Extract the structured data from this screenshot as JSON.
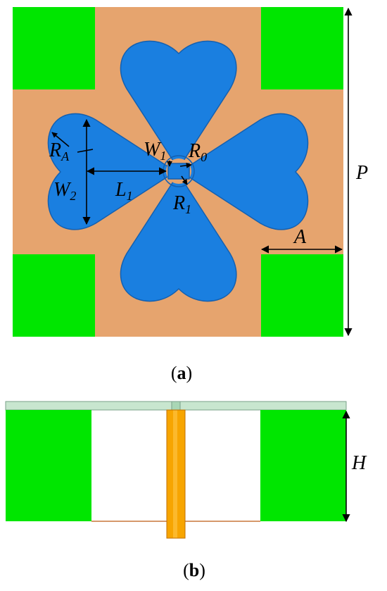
{
  "figure": {
    "colors": {
      "substrate": "#E6A46E",
      "pillar": "#00E600",
      "petal": "#1A7FE0",
      "petal_stroke": "#1460B0",
      "cap_layer": "#C8E6CF",
      "probe": "#F7A500",
      "probe_dark": "#C07000",
      "annotation": "#000000"
    },
    "panel_a": {
      "caption_open": "(",
      "caption_letter": "a",
      "caption_close": ")",
      "labels": {
        "RA_main": "R",
        "RA_sub": "A",
        "W1_main": "W",
        "W1_sub": "1",
        "R0_main": "R",
        "R0_sub": "0",
        "W2_main": "W",
        "W2_sub": "2",
        "L1_main": "L",
        "L1_sub": "1",
        "R1_main": "R",
        "R1_sub": "1",
        "P": "P",
        "A": "A"
      }
    },
    "panel_b": {
      "caption_open": "(",
      "caption_letter": "b",
      "caption_close": ")",
      "labels": {
        "H": "H"
      }
    }
  }
}
